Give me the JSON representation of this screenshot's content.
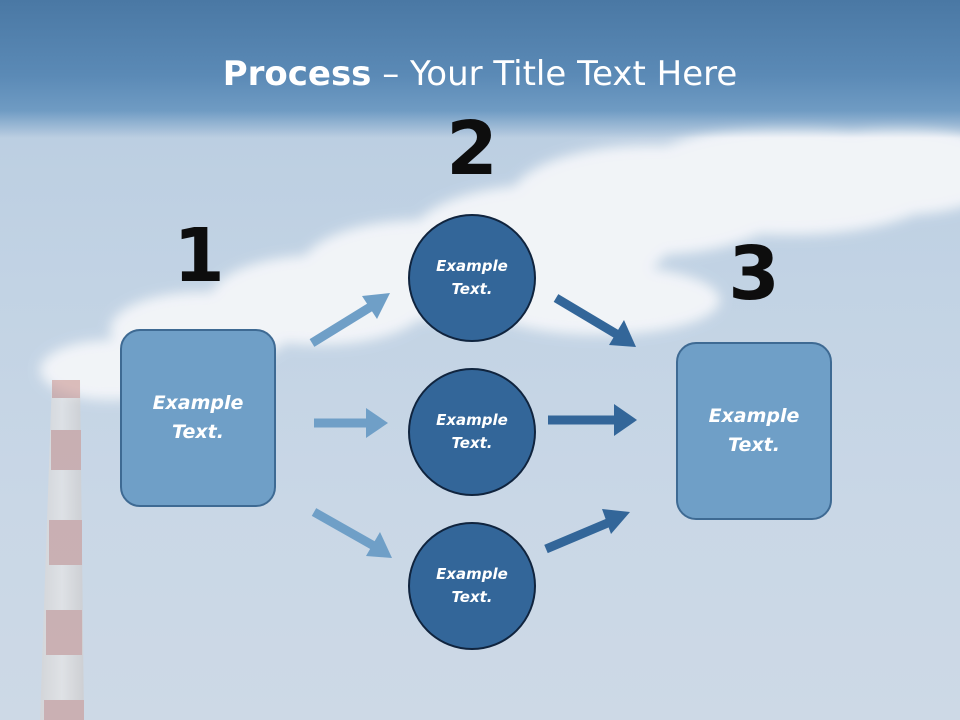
{
  "title": {
    "bold": "Process",
    "rest": " – Your Title Text Here"
  },
  "steps": [
    {
      "number": "1"
    },
    {
      "number": "2"
    },
    {
      "number": "3"
    }
  ],
  "input_box": {
    "line1": "Example",
    "line2": "Text."
  },
  "circles": [
    {
      "line1": "Example",
      "line2": "Text."
    },
    {
      "line1": "Example",
      "line2": "Text."
    },
    {
      "line1": "Example",
      "line2": "Text."
    }
  ],
  "output_box": {
    "line1": "Example",
    "line2": "Text."
  },
  "colors": {
    "light_arrow": "#6f9fc7",
    "dark_arrow": "#336699",
    "circle_fill": "#336699",
    "box_fill": "#6f9fc7"
  }
}
